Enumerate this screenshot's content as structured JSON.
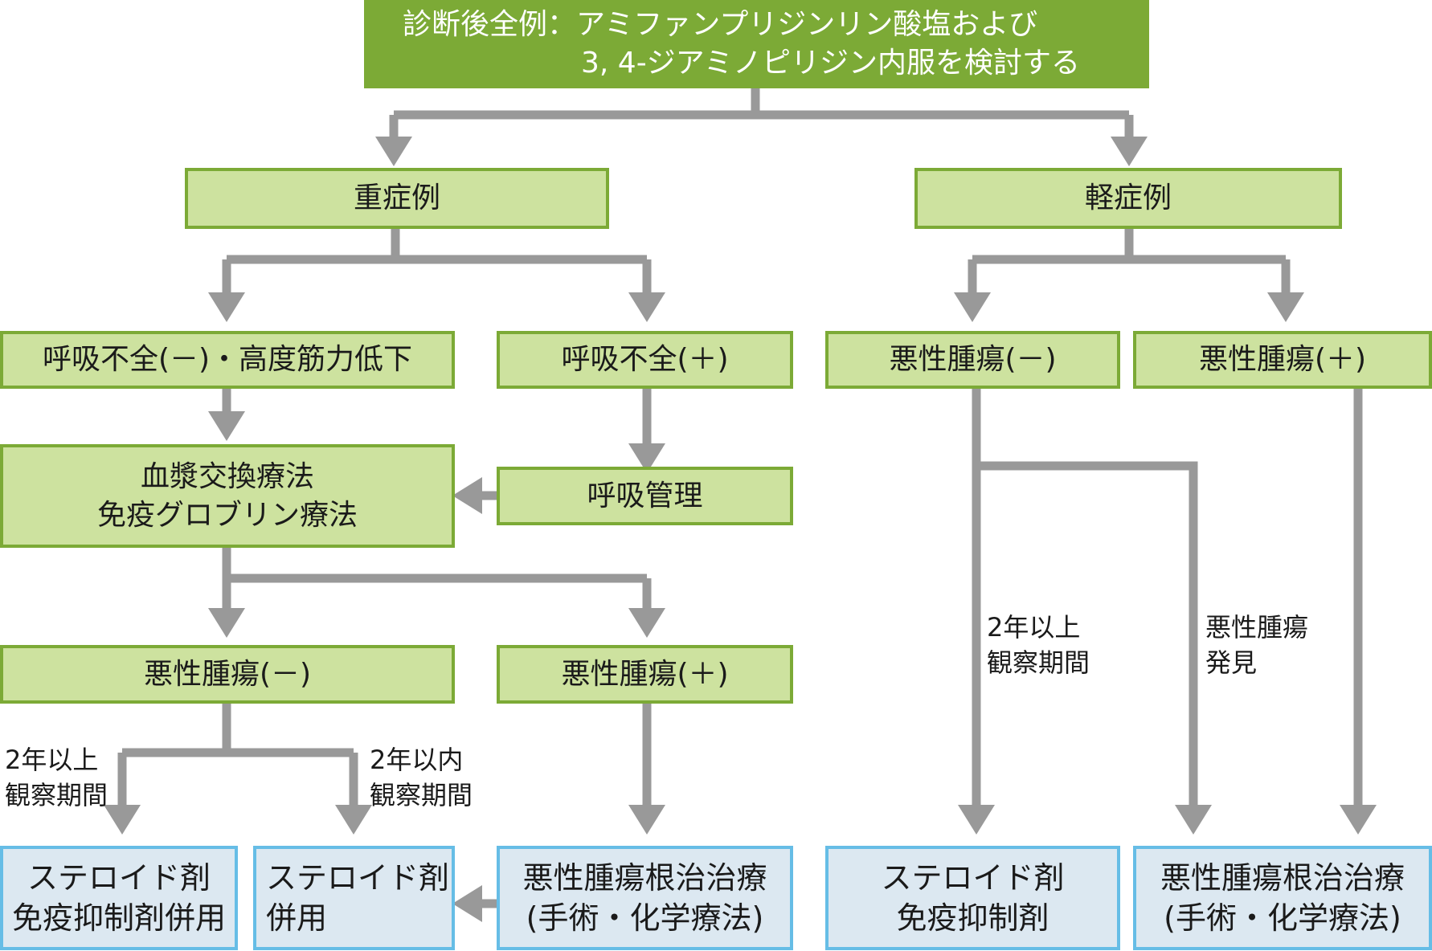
{
  "nodes": {
    "top": {
      "line1": "診断後全例：アミファンプリジンリン酸塩および",
      "line2": "3, 4-ジアミノピリジン内服を検討する"
    },
    "severe": "重症例",
    "mild": "軽症例",
    "resp_neg": "呼吸不全(－)・高度筋力低下",
    "resp_pos": "呼吸不全(＋)",
    "plasma": {
      "line1": "血漿交換療法",
      "line2": "免疫グロブリン療法"
    },
    "resp_mgmt": "呼吸管理",
    "tumor_neg_left": "悪性腫瘍(－)",
    "tumor_pos_left": "悪性腫瘍(＋)",
    "tumor_neg_right": "悪性腫瘍(－)",
    "tumor_pos_right": "悪性腫瘍(＋)",
    "steroid_immuno_combo": {
      "line1": "ステロイド剤",
      "line2": "免疫抑制剤併用"
    },
    "steroid_combo": {
      "line1": "ステロイド剤",
      "line2": "併用"
    },
    "radical_left": {
      "line1": "悪性腫瘍根治治療",
      "line2": "(手術・化学療法)"
    },
    "steroid_immuno": {
      "line1": "ステロイド剤",
      "line2": "免疫抑制剤"
    },
    "radical_right": {
      "line1": "悪性腫瘍根治治療",
      "line2": "(手術・化学療法)"
    }
  },
  "notes": {
    "over2_left": {
      "line1": "2年以上",
      "line2": "観察期間"
    },
    "within2_left": {
      "line1": "2年以内",
      "line2": "観察期間"
    },
    "over2_right": {
      "line1": "2年以上",
      "line2": "観察期間"
    },
    "tumor_found": {
      "line1": "悪性腫瘍",
      "line2": "発見"
    }
  },
  "colors": {
    "top_fill": "#7caa36",
    "green_fill": "#cde29f",
    "green_border": "#7caa36",
    "blue_fill": "#dce8f1",
    "blue_border": "#66bde6",
    "arrow": "#999999"
  }
}
